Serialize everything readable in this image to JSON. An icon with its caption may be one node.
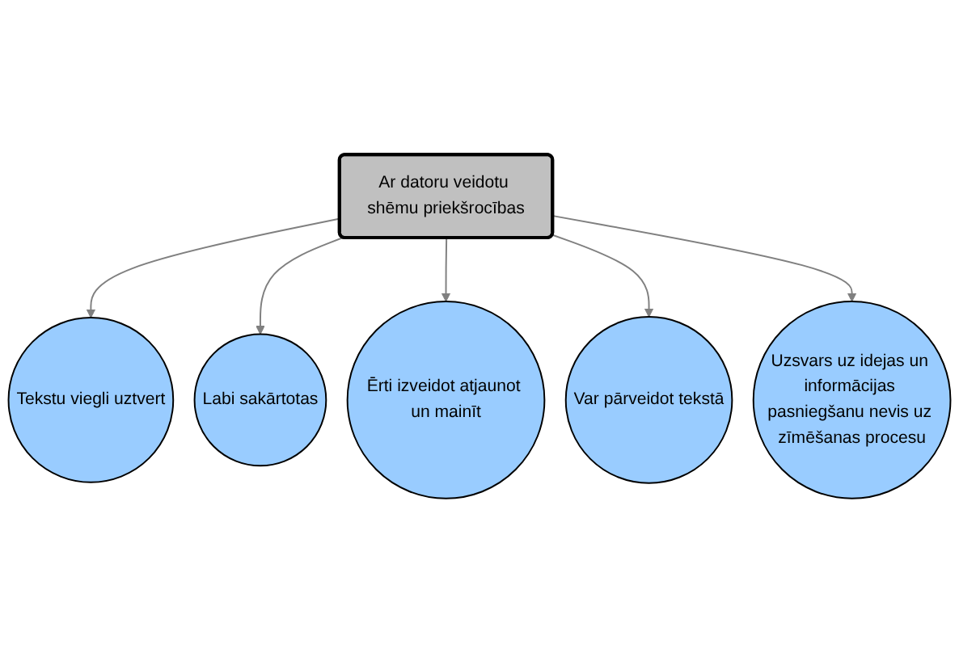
{
  "diagram": {
    "nodes": [
      {
        "text": [
          "Ar datoru veidotu shēmu priekšrocības"
        ]
      },
      {
        "text": [
          "Tekstu viegli uztvert"
        ]
      },
      {
        "text": [
          "Labi sakārtotas"
        ]
      },
      {
        "text": [
          "Ērti izveidot atjaunot un mainīt"
        ]
      },
      {
        "text": [
          "Var pārveidot tekstā"
        ]
      },
      {
        "text": [
          "Uzsvars uz idejas un informācijas pasniegšanu nevis uz zīmēšanas procesu"
        ]
      }
    ],
    "edges": [
      {
        "from": 0,
        "to": 1,
        "arrow": "to"
      },
      {
        "from": 0,
        "to": 2,
        "arrow": "to"
      },
      {
        "from": 0,
        "to": 3,
        "arrow": "to"
      },
      {
        "from": 0,
        "to": 4,
        "arrow": "to"
      },
      {
        "from": 0,
        "to": 5,
        "arrow": "to"
      }
    ]
  }
}
